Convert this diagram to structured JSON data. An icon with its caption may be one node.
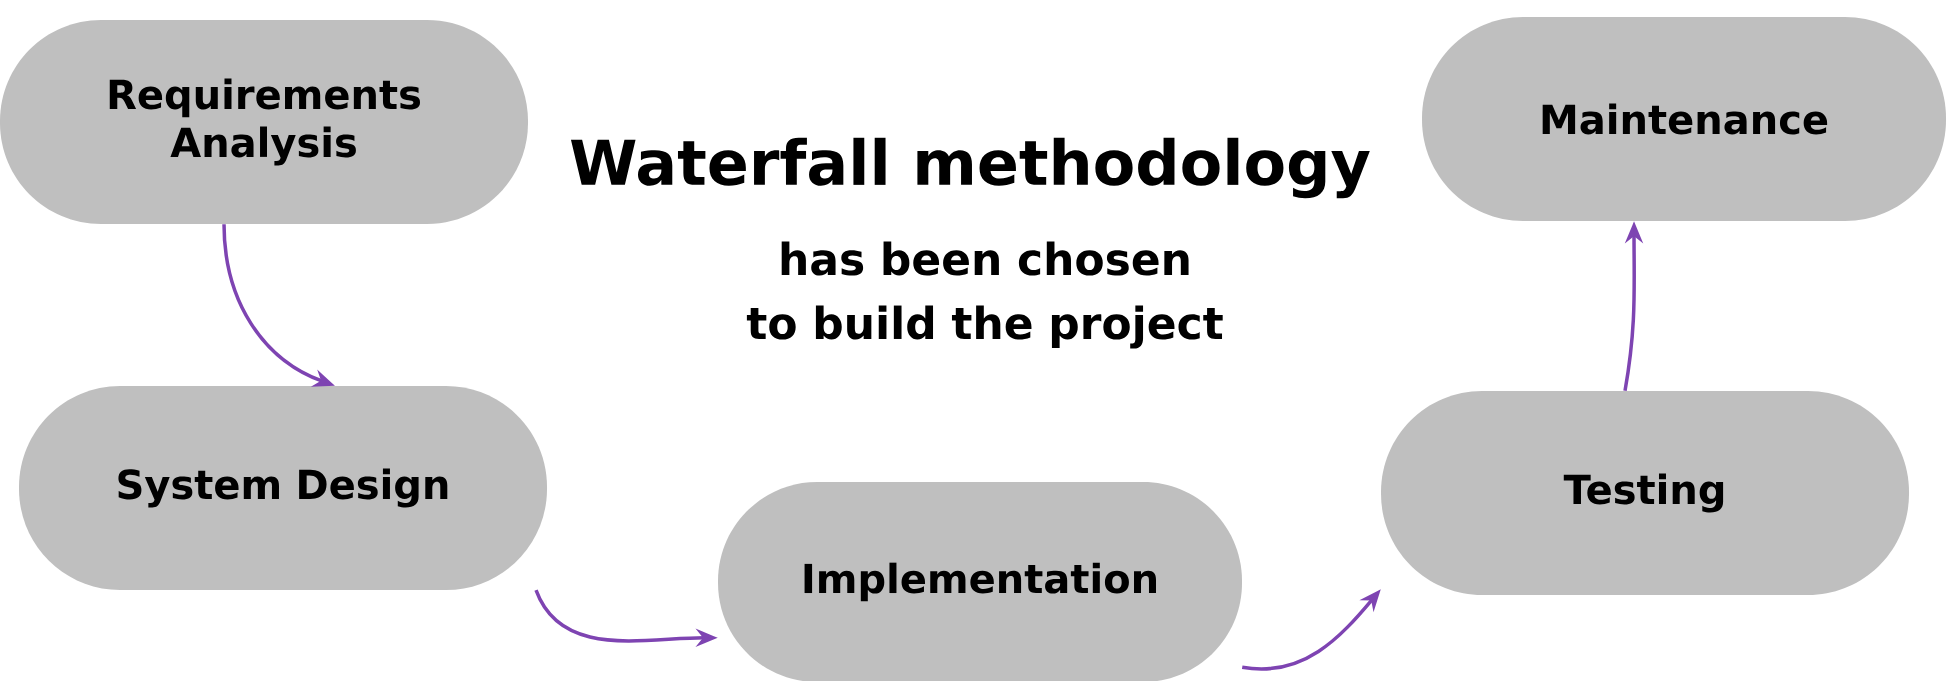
{
  "diagram": {
    "title": "Waterfall methodology",
    "caption": "has been chosen to build the project",
    "nodes": [
      {
        "text": [
          "Requirements Analysis"
        ]
      },
      {
        "text": [
          "System Design"
        ]
      },
      {
        "text": [
          "Implementation"
        ]
      },
      {
        "text": [
          "Testing"
        ]
      },
      {
        "text": [
          "Maintenance"
        ]
      }
    ],
    "edges": [
      {
        "from": 0,
        "to": 1,
        "arrow": "to",
        "color": "#7e44b2"
      },
      {
        "from": 1,
        "to": 2,
        "arrow": "to",
        "color": "#7e44b2"
      },
      {
        "from": 2,
        "to": 3,
        "arrow": "to",
        "color": "#7e44b2"
      },
      {
        "from": 3,
        "to": 4,
        "arrow": "to",
        "color": "#7e44b2"
      }
    ]
  }
}
